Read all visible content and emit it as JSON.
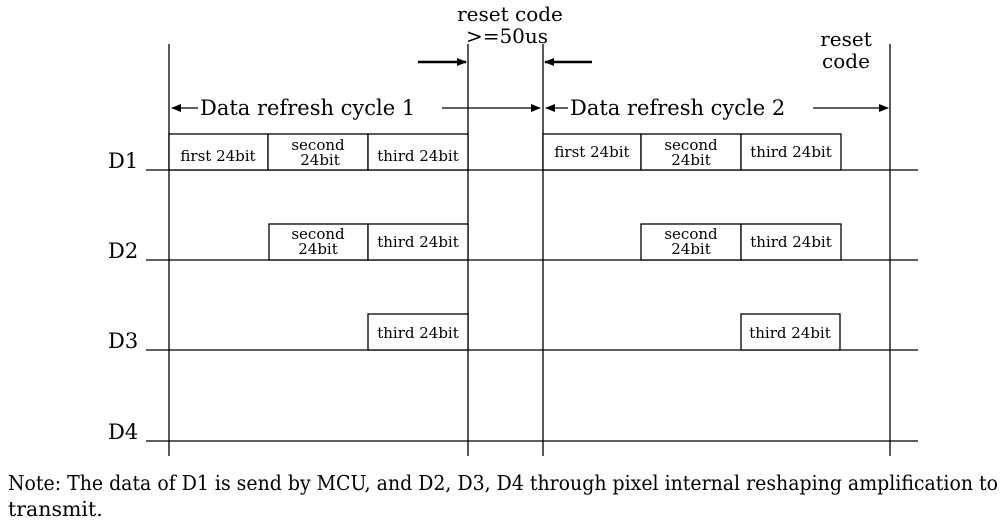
{
  "top_labels": {
    "reset1_line1": "reset code",
    "reset1_line2": ">=50us",
    "reset2_line1": "reset",
    "reset2_line2": "code"
  },
  "cycles": {
    "cycle1": "Data refresh cycle 1",
    "cycle2": "Data refresh cycle 2"
  },
  "rows": [
    "D1",
    "D2",
    "D3",
    "D4"
  ],
  "boxes": {
    "first": "first 24bit",
    "second_l1": "second",
    "second_l2": "24bit",
    "third": "third 24bit"
  },
  "note": {
    "line1": "Note: The data of D1 is send by MCU, and D2, D3, D4 through pixel internal reshaping amplification to",
    "line2": "transmit."
  }
}
